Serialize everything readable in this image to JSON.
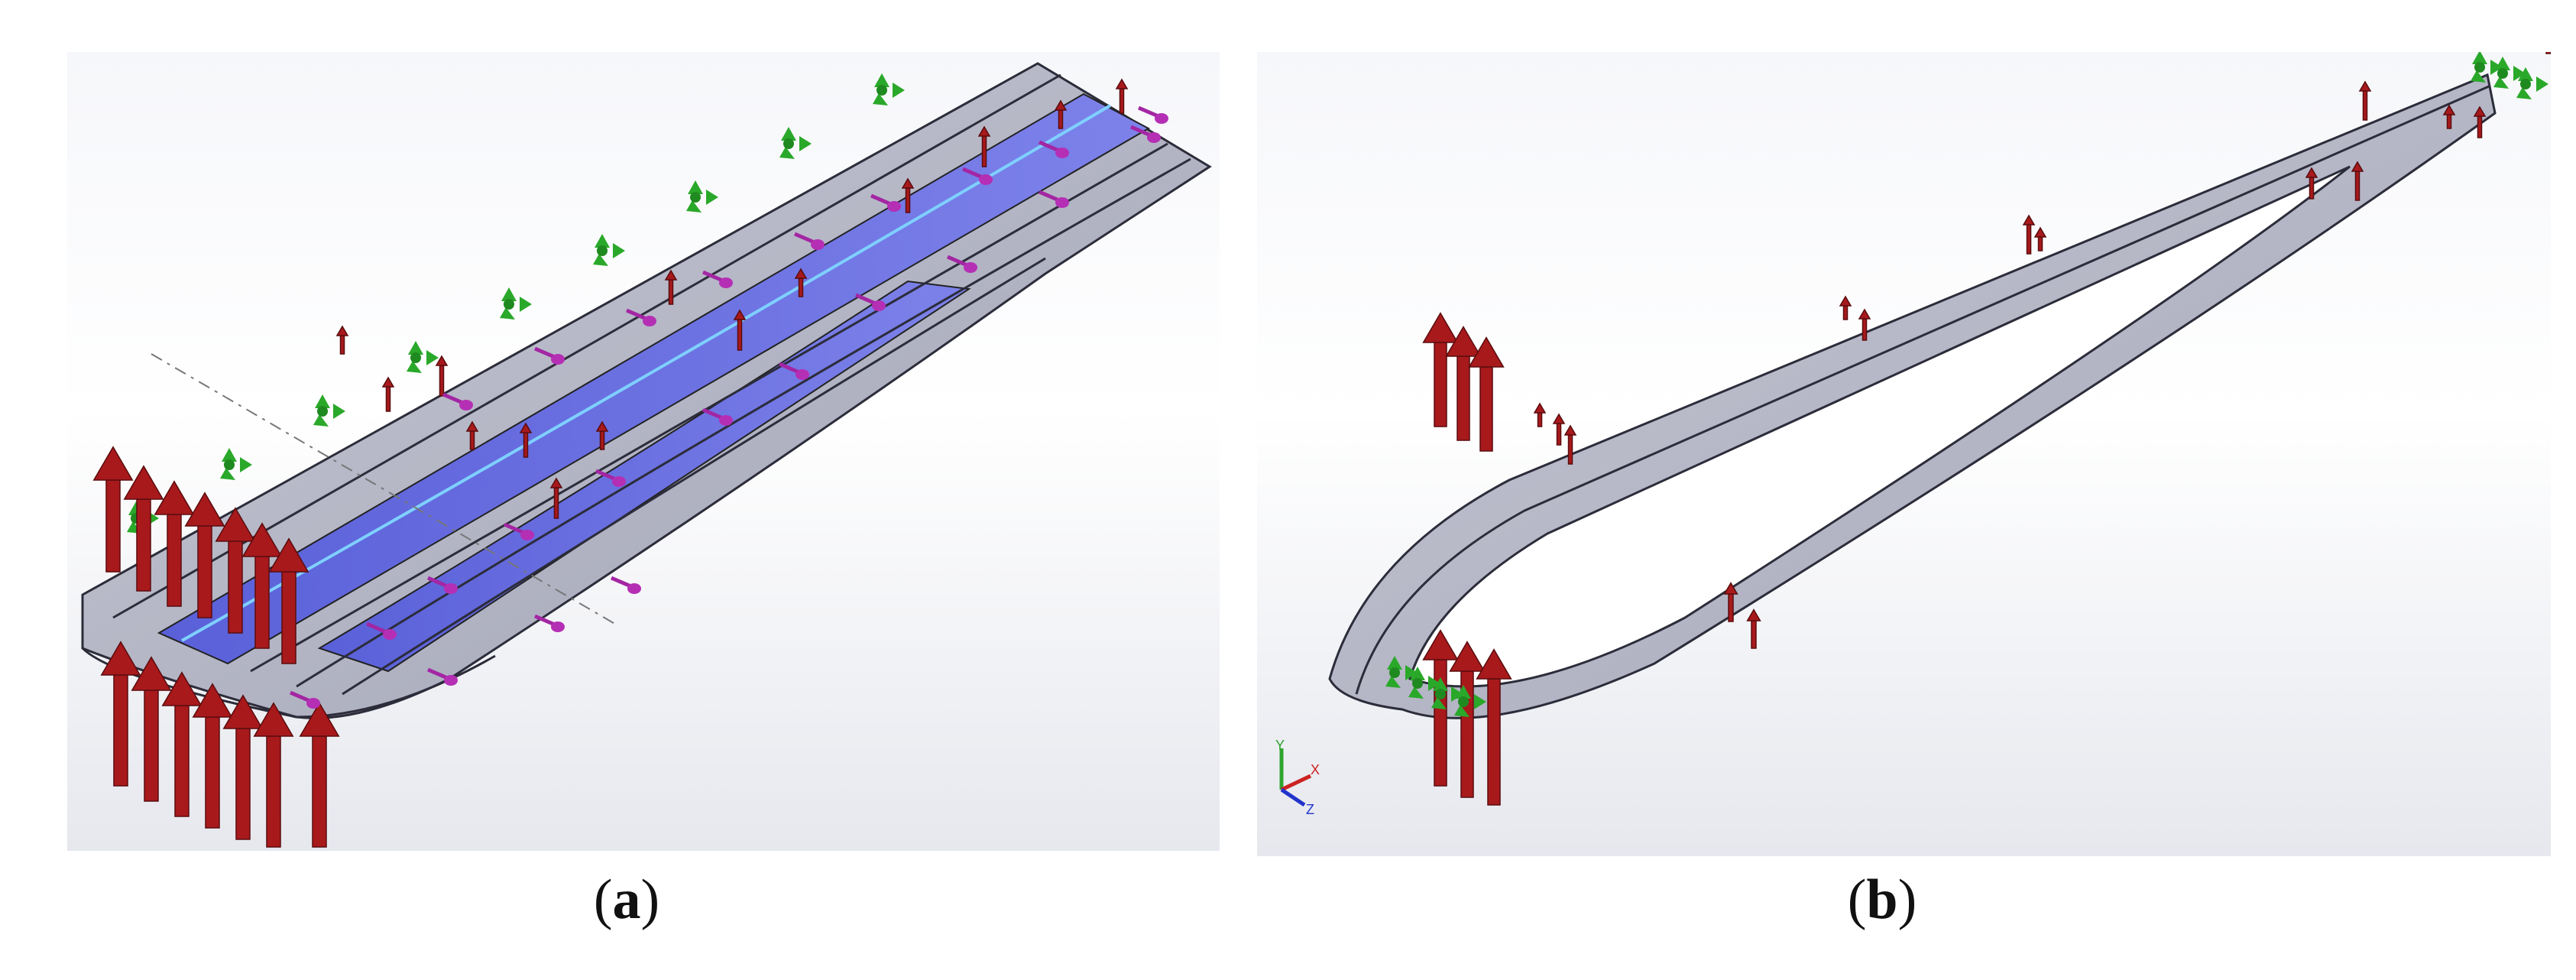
{
  "figure": {
    "panels": [
      {
        "id": "a",
        "caption_open": "(",
        "caption_letter": "a",
        "caption_close": ")",
        "description_colors": {
          "surface": "#b6b8c9",
          "selected_face": "#6a6fe0",
          "load_arrow": "#a8191c",
          "fixture": "#27a327",
          "pressure": "#a326a3"
        }
      },
      {
        "id": "b",
        "caption_open": "(",
        "caption_letter": "b",
        "caption_close": ")",
        "triad_labels": {
          "x": "X",
          "y": "Y",
          "z": "Z"
        }
      }
    ]
  }
}
